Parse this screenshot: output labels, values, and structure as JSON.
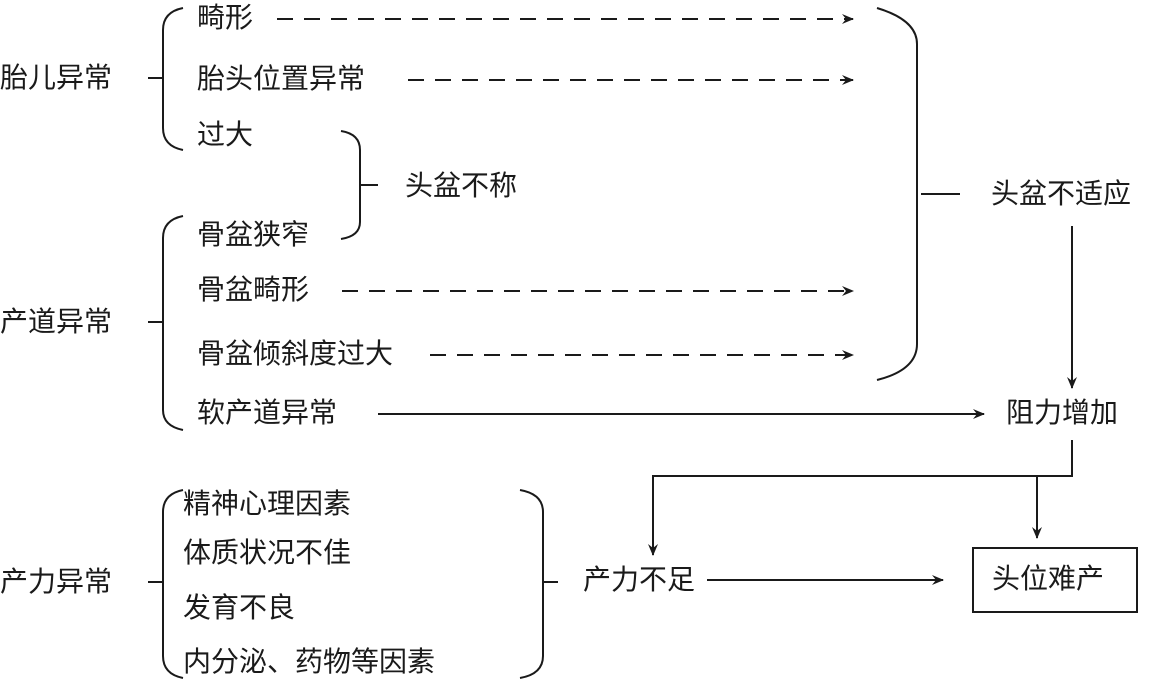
{
  "diagram": {
    "groups": {
      "fetal": {
        "label": "胎儿异常",
        "items": [
          "畸形",
          "胎头位置异常",
          "过大"
        ]
      },
      "canal": {
        "label": "产道异常",
        "items": [
          "骨盆狭窄",
          "骨盆畸形",
          "骨盆倾斜度过大",
          "软产道异常"
        ]
      },
      "force": {
        "label": "产力异常",
        "items": [
          "精神心理因素",
          "体质状况不佳",
          "发育不良",
          "内分泌、药物等因素"
        ]
      }
    },
    "nodes": {
      "disproportion": "头盆不称",
      "maladaptation": "头盆不适应",
      "resistance": "阻力增加",
      "weak_force": "产力不足",
      "outcome": "头位难产"
    },
    "colors": {
      "ink": "#1a1a1a",
      "background": "#ffffff"
    }
  }
}
